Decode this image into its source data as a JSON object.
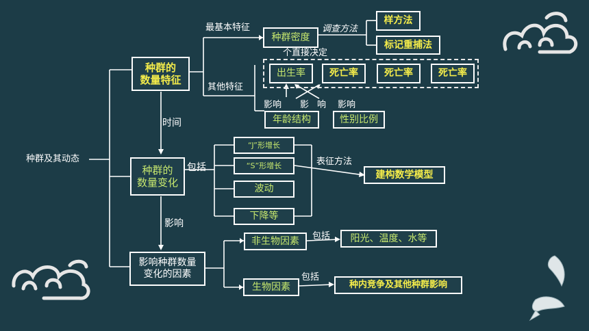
{
  "root": "种群及其动态",
  "l1": {
    "features": "种群的\n数量特征",
    "changes": "种群的\n数量变化",
    "factors": "影响种群数量\n变化的因素"
  },
  "features": {
    "basic_label": "最基本特征",
    "density": "种群密度",
    "survey_label": "调查方法",
    "method1": "样方法",
    "method2": "标记重捕法",
    "direct_label": "个直接决定",
    "other_label": "其他特征",
    "birth": "出生率",
    "death1": "死亡率",
    "death2": "死亡率",
    "death3": "死亡率",
    "influence1": "影响",
    "influence2": "影",
    "influence3": "响",
    "influence4": "影响",
    "age_structure": "年龄结构",
    "sex_ratio": "性别比例"
  },
  "time_label": "时间",
  "changes": {
    "include_label": "包括",
    "j_curve": "“J”形增长",
    "s_curve": "“S”形增长",
    "fluctuation": "波动",
    "decline": "下降等",
    "express_label": "表征方法",
    "model": "建构数学模型"
  },
  "influence_label": "影响",
  "factors": {
    "abiotic": "非生物因素",
    "include1": "包括",
    "abiotic_items": "阳光、温度、水等",
    "biotic": "生物因素",
    "include2": "包括",
    "biotic_items": "种内竞争及其他种群影响"
  },
  "colors": {
    "background": "#1c3c47",
    "line": "#ffffff",
    "green_text": "#c7e86e",
    "yellow_text": "#f4ec4a"
  }
}
